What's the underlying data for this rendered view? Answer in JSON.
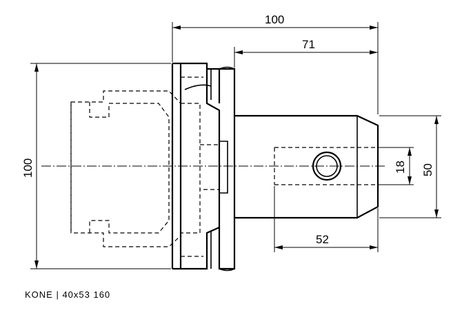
{
  "dimensions": {
    "overall_length": "100",
    "shank_length": "71",
    "flange_height": "100",
    "bore_length": "52",
    "bore_diameter": "18",
    "shank_diameter": "50"
  },
  "caption": "KONE | 40x53 160"
}
